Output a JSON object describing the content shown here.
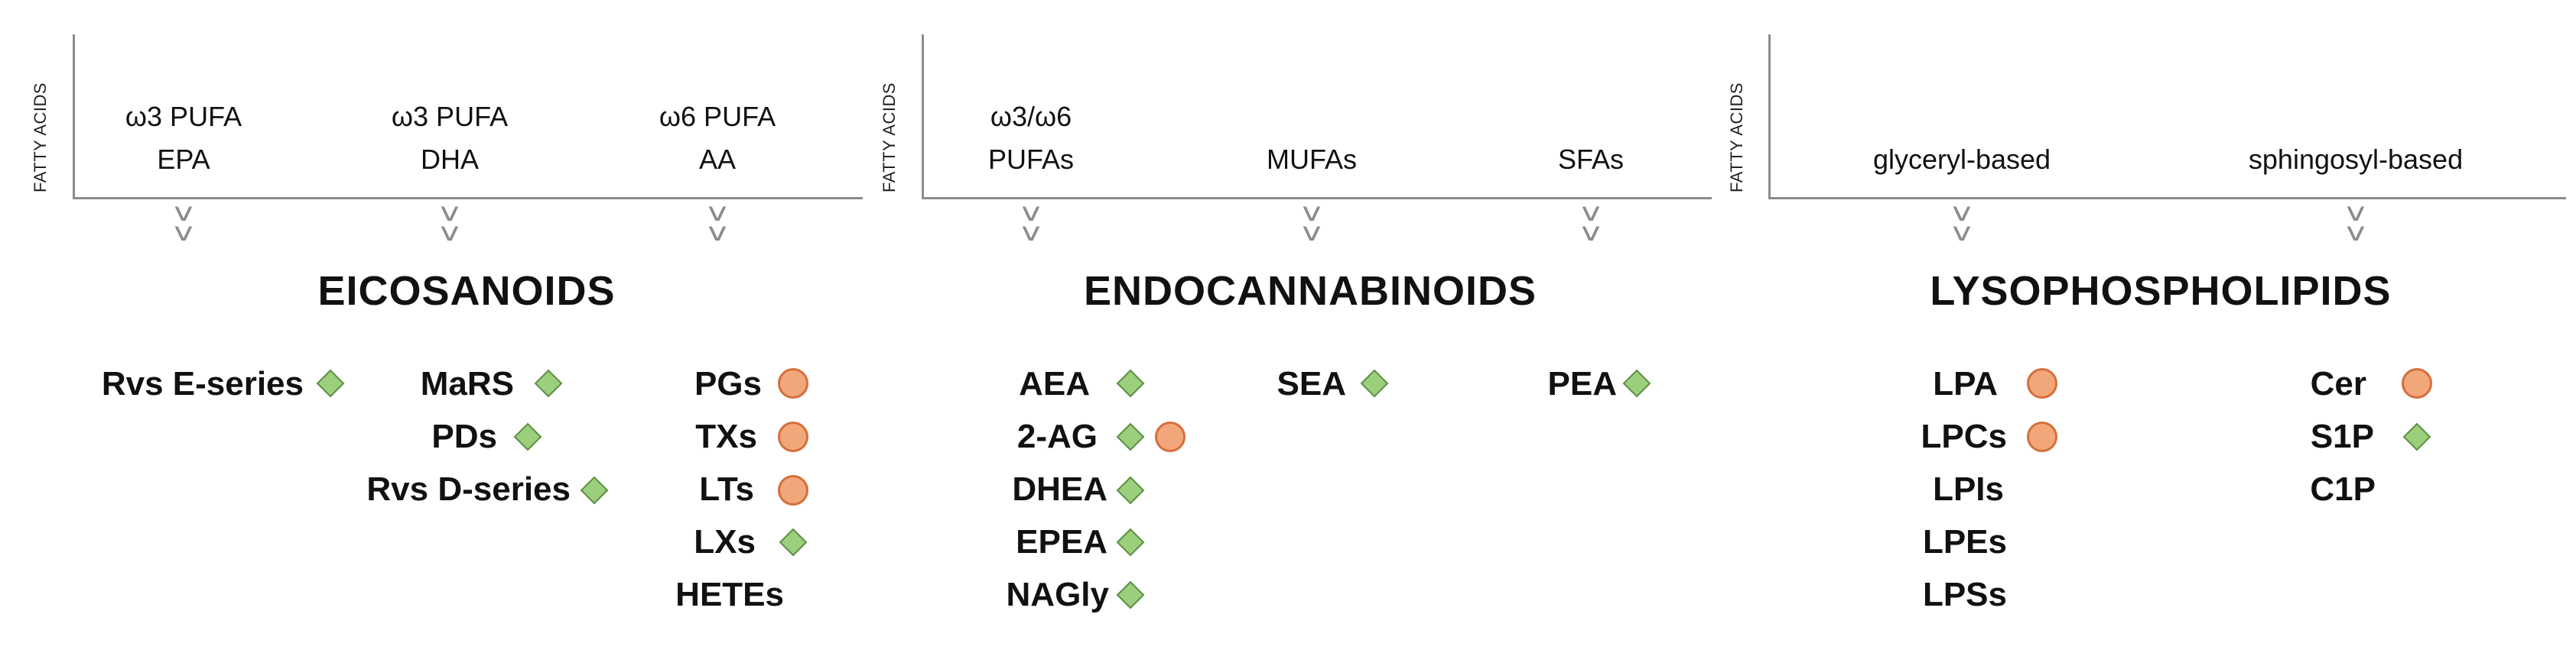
{
  "panels": [
    {
      "axis_label": "FATTY ACIDS",
      "sources": [
        {
          "line1": "ω3 PUFA",
          "line2": "EPA"
        },
        {
          "line1": "ω3 PUFA",
          "line2": "DHA"
        },
        {
          "line1": "ω6 PUFA",
          "line2": "AA"
        }
      ],
      "heading": "EICOSANOIDS",
      "items": [
        "Rvs E-series",
        "MaRS",
        "PDs",
        "Rvs D-series",
        "PGs",
        "TXs",
        "LTs",
        "LXs",
        "HETEs"
      ]
    },
    {
      "axis_label": "FATTY ACIDS",
      "sources": [
        {
          "line1": "ω3/ω6",
          "line2": "PUFAs"
        },
        {
          "line1": "",
          "line2": "MUFAs"
        },
        {
          "line1": "",
          "line2": "SFAs"
        }
      ],
      "heading": "ENDOCANNABINOIDS",
      "items": [
        "AEA",
        "2-AG",
        "DHEA",
        "EPEA",
        "NAGly",
        "SEA",
        "PEA"
      ]
    },
    {
      "axis_label": "FATTY ACIDS",
      "sources": [
        {
          "line1": "",
          "line2": "glyceryl-based"
        },
        {
          "line1": "",
          "line2": "sphingosyl-based"
        }
      ],
      "heading": "LYSOPHOSPHOLIPIDS",
      "items": [
        "LPA",
        "LPCs",
        "LPIs",
        "LPEs",
        "LPSs",
        "Cer",
        "S1P",
        "C1P"
      ]
    }
  ],
  "chevron_glyph": "v",
  "marker_colors": {
    "diamond_fill": "#9ccf7c",
    "diamond_border": "#5d8f45",
    "circle_fill": "#f2a77b",
    "circle_border": "#d56f3c"
  }
}
